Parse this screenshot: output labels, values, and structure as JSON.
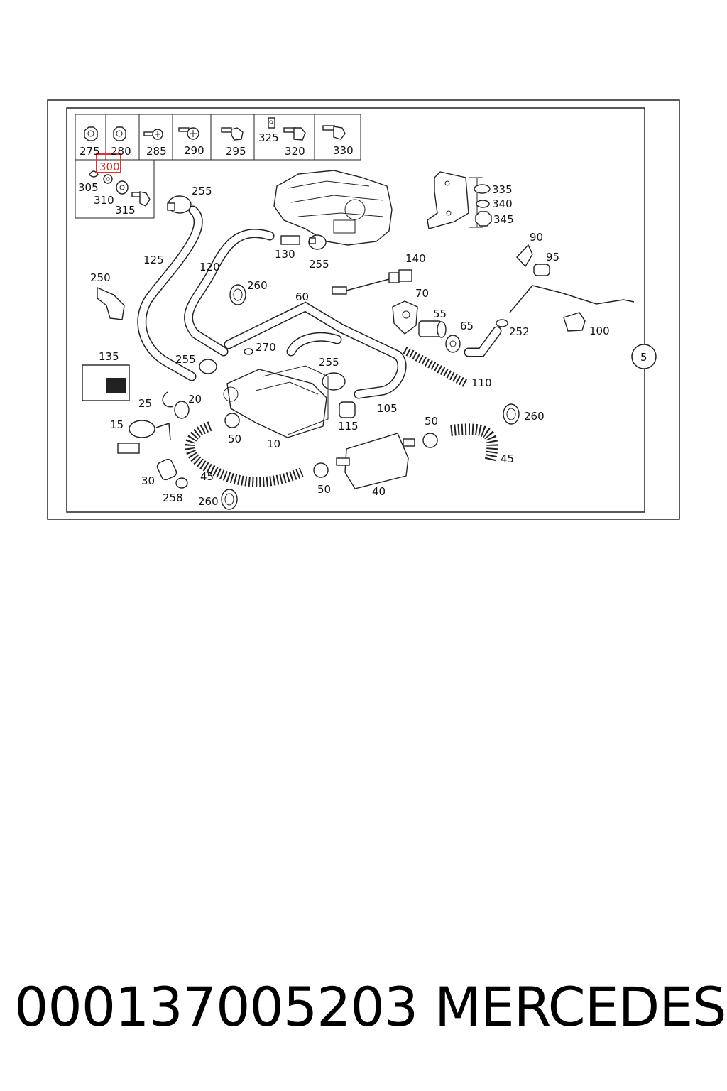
{
  "diagram": {
    "callout_labels": [
      {
        "id": "275",
        "text": "275"
      },
      {
        "id": "280",
        "text": "280"
      },
      {
        "id": "285",
        "text": "285"
      },
      {
        "id": "290",
        "text": "290"
      },
      {
        "id": "295",
        "text": "295"
      },
      {
        "id": "325",
        "text": "325"
      },
      {
        "id": "320",
        "text": "320"
      },
      {
        "id": "330",
        "text": "330"
      },
      {
        "id": "300",
        "text": "300"
      },
      {
        "id": "305",
        "text": "305"
      },
      {
        "id": "310",
        "text": "310"
      },
      {
        "id": "315",
        "text": "315"
      },
      {
        "id": "255a",
        "text": "255"
      },
      {
        "id": "125",
        "text": "125"
      },
      {
        "id": "120",
        "text": "120"
      },
      {
        "id": "130",
        "text": "130"
      },
      {
        "id": "255b",
        "text": "255"
      },
      {
        "id": "335",
        "text": "335"
      },
      {
        "id": "340",
        "text": "340"
      },
      {
        "id": "345",
        "text": "345"
      },
      {
        "id": "90",
        "text": "90"
      },
      {
        "id": "95",
        "text": "95"
      },
      {
        "id": "140",
        "text": "140"
      },
      {
        "id": "250",
        "text": "250"
      },
      {
        "id": "260a",
        "text": "260"
      },
      {
        "id": "60",
        "text": "60"
      },
      {
        "id": "70",
        "text": "70"
      },
      {
        "id": "55",
        "text": "55"
      },
      {
        "id": "65",
        "text": "65"
      },
      {
        "id": "252",
        "text": "252"
      },
      {
        "id": "100",
        "text": "100"
      },
      {
        "id": "135",
        "text": "135"
      },
      {
        "id": "255c",
        "text": "255"
      },
      {
        "id": "270",
        "text": "270"
      },
      {
        "id": "255d",
        "text": "255"
      },
      {
        "id": "110",
        "text": "110"
      },
      {
        "id": "5",
        "text": "5"
      },
      {
        "id": "25",
        "text": "25"
      },
      {
        "id": "20",
        "text": "20"
      },
      {
        "id": "105",
        "text": "105"
      },
      {
        "id": "15",
        "text": "15"
      },
      {
        "id": "115",
        "text": "115"
      },
      {
        "id": "50a",
        "text": "50"
      },
      {
        "id": "260b",
        "text": "260"
      },
      {
        "id": "50b",
        "text": "50"
      },
      {
        "id": "10",
        "text": "10"
      },
      {
        "id": "45a",
        "text": "45"
      },
      {
        "id": "45b",
        "text": "45"
      },
      {
        "id": "30",
        "text": "30"
      },
      {
        "id": "258",
        "text": "258"
      },
      {
        "id": "50c",
        "text": "50"
      },
      {
        "id": "40",
        "text": "40"
      },
      {
        "id": "260c",
        "text": "260"
      }
    ],
    "highlighted_label": "300",
    "highlight_color": "#e03030"
  },
  "footer": {
    "part_number": "000137005203",
    "brand": "MERCEDES"
  }
}
